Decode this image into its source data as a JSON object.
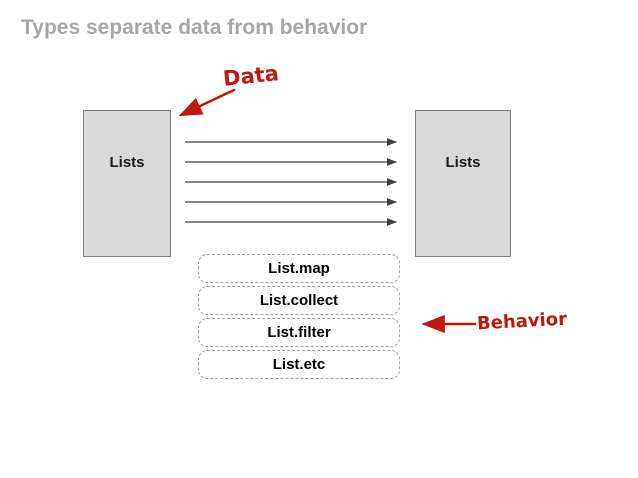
{
  "slide": {
    "title": "Types separate data from behavior"
  },
  "diagram": {
    "left_box": {
      "label": "Lists"
    },
    "right_box": {
      "label": "Lists"
    },
    "flow_arrow_count": 5,
    "annotations": {
      "data_label": "Data",
      "behavior_label": "Behavior"
    },
    "behavior_items": [
      {
        "label": "List.map"
      },
      {
        "label": "List.collect"
      },
      {
        "label": "List.filter"
      },
      {
        "label": "List.etc"
      }
    ]
  },
  "colors": {
    "title_gray": "#a6a6a6",
    "box_fill": "#d9d9d9",
    "box_border": "#828282",
    "arrow_dark": "#404040",
    "dashed_border": "#9e9e9e",
    "annotation_red": "#c0170f"
  }
}
